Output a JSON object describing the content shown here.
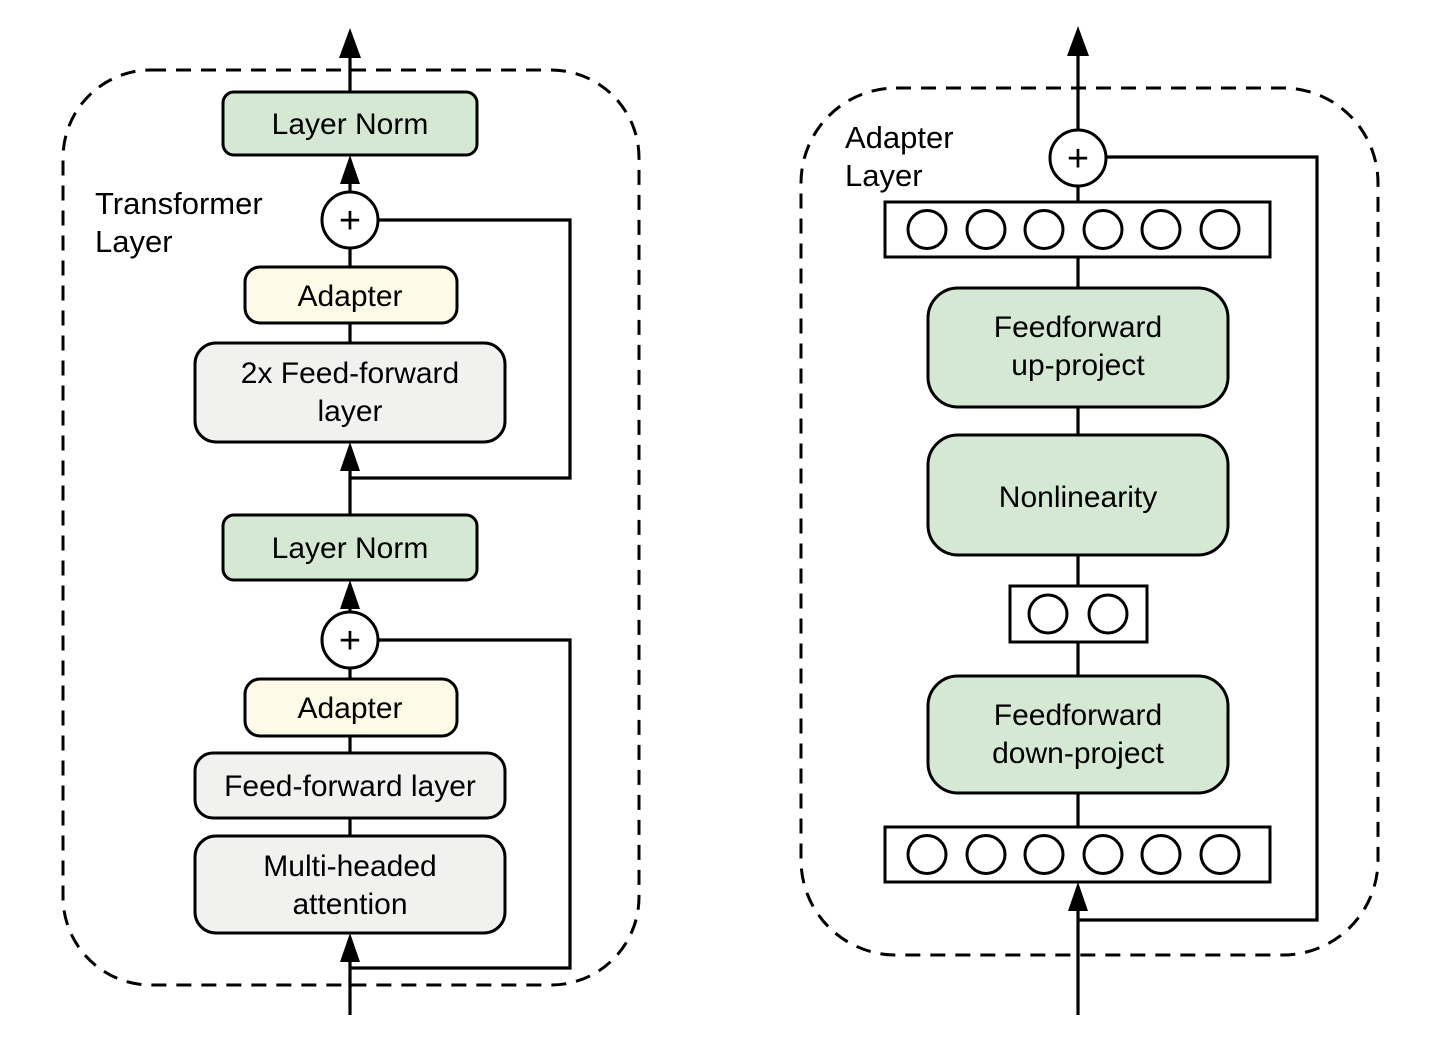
{
  "colors": {
    "green": "#d5e8d4",
    "yellow": "#fdfae8",
    "cream": "#fbf7e3",
    "gray": "#f1f1f0",
    "stroke": "#000000"
  },
  "left": {
    "label1": "Transformer",
    "label2": "Layer",
    "layer_norm_top": "Layer Norm",
    "plus_top": "+",
    "adapter_top": "Adapter",
    "ff2x_1": "2x Feed-forward",
    "ff2x_2": "layer",
    "layer_norm_bottom": "Layer Norm",
    "plus_bottom": "+",
    "adapter_bottom": "Adapter",
    "ff": "Feed-forward layer",
    "mha_1": "Multi-headed",
    "mha_2": "attention"
  },
  "right": {
    "label1": "Adapter",
    "label2": "Layer",
    "plus": "+",
    "up_1": "Feedforward",
    "up_2": "up-project",
    "nonlinearity": "Nonlinearity",
    "down_1": "Feedforward",
    "down_2": "down-project"
  }
}
